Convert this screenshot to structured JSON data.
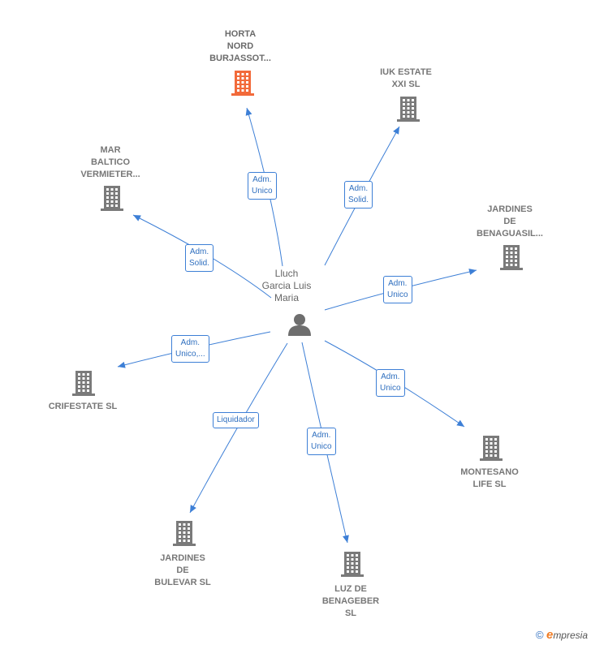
{
  "center": {
    "name": "Lluch\nGarcia Luis\nMaria"
  },
  "companies": [
    {
      "id": "horta",
      "name": "HORTA\nNORD\nBURJASSOT...",
      "color": "#f26a3a",
      "relation": "Adm.\nUnico"
    },
    {
      "id": "iuk",
      "name": "IUK ESTATE\nXXI  SL",
      "color": "#7a7a7a",
      "relation": "Adm.\nSolid."
    },
    {
      "id": "mar",
      "name": "MAR\nBALTICO\nVERMIETER...",
      "color": "#7a7a7a",
      "relation": "Adm.\nSolid."
    },
    {
      "id": "benaguasil",
      "name": "JARDINES\nDE\nBENAGUASIL...",
      "color": "#7a7a7a",
      "relation": "Adm.\nUnico"
    },
    {
      "id": "crifestate",
      "name": "CRIFESTATE SL",
      "color": "#7a7a7a",
      "relation": "Adm.\nUnico,..."
    },
    {
      "id": "montesano",
      "name": "MONTESANO\nLIFE  SL",
      "color": "#7a7a7a",
      "relation": "Adm.\nUnico"
    },
    {
      "id": "bulevar",
      "name": "JARDINES\nDE\nBULEVAR SL",
      "color": "#7a7a7a",
      "relation": "Liquidador"
    },
    {
      "id": "benageber",
      "name": "LUZ DE\nBENAGEBER\nSL",
      "color": "#7a7a7a",
      "relation": "Adm.\nUnico"
    }
  ],
  "colors": {
    "edge": "#3d7fd6",
    "person_icon": "#6e6e6e"
  },
  "footer": {
    "copyright": "©",
    "brand_initial": "e",
    "brand_rest": "mpresia"
  }
}
